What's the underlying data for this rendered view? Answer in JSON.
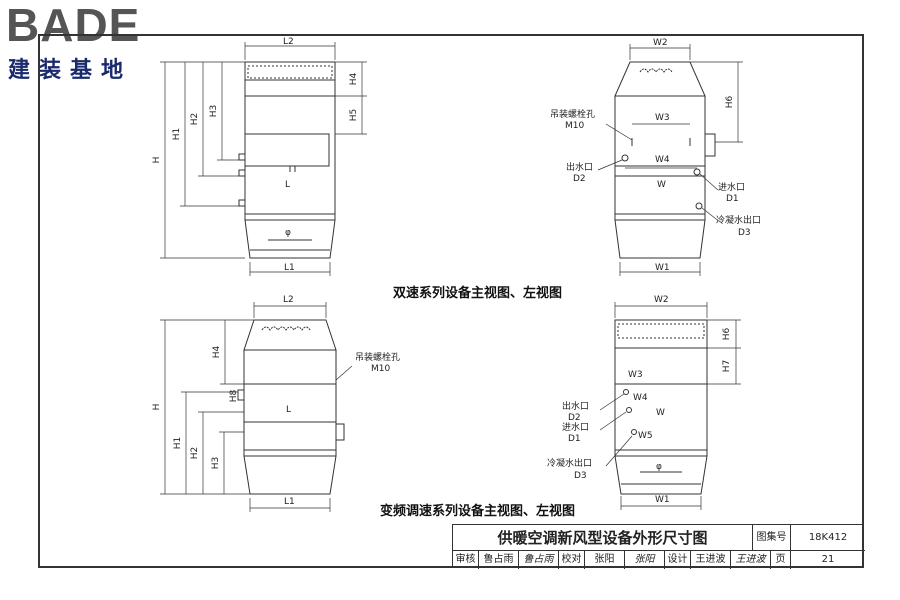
{
  "logo": {
    "brand": "BADE",
    "brand_cn": "建装基地"
  },
  "captions": {
    "dual_speed": "双速系列设备主视图、左视图",
    "variable_freq": "变频调速系列设备主视图、左视图"
  },
  "labels": {
    "L2": "L2",
    "L1": "L1",
    "L": "L",
    "H": "H",
    "H1": "H1",
    "H2": "H2",
    "H3": "H3",
    "H4": "H4",
    "H5": "H5",
    "H6": "H6",
    "H7": "H7",
    "H8": "H8",
    "W": "W",
    "W1": "W1",
    "W2": "W2",
    "W3": "W3",
    "W4": "W4",
    "W5": "W5",
    "phi": "φ",
    "bolt_hole": "吊装螺栓孔",
    "M10": "M10",
    "outlet": "出水口",
    "D2": "D2",
    "inlet": "进水口",
    "D1": "D1",
    "condensate": "冷凝水出口",
    "D3": "D3"
  },
  "titleblock": {
    "title": "供暖空调新风型设备外形尺寸图",
    "atlas_label": "图集号",
    "atlas_no": "18K412",
    "review_label": "审核",
    "reviewer": "鲁占雨",
    "reviewer_sig": "鲁占雨",
    "check_label": "校对",
    "checker": "张阳",
    "checker_sig": "张阳",
    "design_label": "设计",
    "designer": "王进波",
    "designer_sig": "王进波",
    "page_label": "页",
    "page_no": "21"
  }
}
